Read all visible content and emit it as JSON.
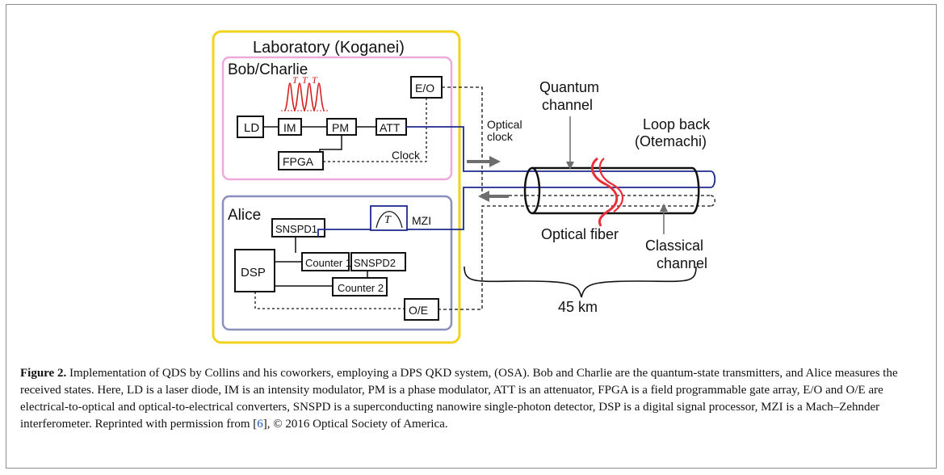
{
  "figure": {
    "lab_label": "Laboratory (Koganei)",
    "bob_label": "Bob/Charlie",
    "alice_label": "Alice",
    "boxes": {
      "ld": "LD",
      "im": "IM",
      "pm": "PM",
      "att": "ATT",
      "eo": "E/O",
      "fpga": "FPGA",
      "snspd1": "SNSPD1",
      "snspd2": "SNSPD2",
      "counter1": "Counter 1",
      "counter2": "Counter 2",
      "dsp": "DSP",
      "oe": "O/E",
      "mzi": "MZI",
      "tau": "T"
    },
    "clock_label": "Clock",
    "optical_clock_line1": "Optical",
    "optical_clock_line2": "clock",
    "quantum_channel_line1": "Quantum",
    "quantum_channel_line2": "channel",
    "loop_back_line1": "Loop back",
    "loop_back_line2": "(Otemachi)",
    "optical_fiber": "Optical fiber",
    "classical_channel_line1": "Classical",
    "classical_channel_line2": "channel",
    "distance": "45 km",
    "colors": {
      "lab_border": "#f2d21b",
      "bob_border": "#eeaadd",
      "alice_border": "#8a8fc0",
      "fiber_line": "#1e2a8c",
      "fiber_coil": "#e8303a",
      "pulses": "#d62020"
    }
  },
  "caption": {
    "label": "Figure 2.",
    "text_before_ref": " Implementation of QDS by Collins and his coworkers, employing a DPS QKD system, (OSA). Bob and Charlie are the quantum-state transmitters, and Alice measures the received states. Here, LD is a laser diode, IM is an intensity modulator, PM is a phase modulator, ATT is an attenuator, FPGA is a field programmable gate array, E/O and O/E are electrical-to-optical and optical-to-electrical converters, SNSPD is a superconducting nanowire single-photon detector, DSP is a digital signal processor, MZI is a Mach–Zehnder interferometer. Reprinted with permission from [",
    "ref": "6",
    "text_after_ref": "], © 2016 Optical Society of America."
  }
}
